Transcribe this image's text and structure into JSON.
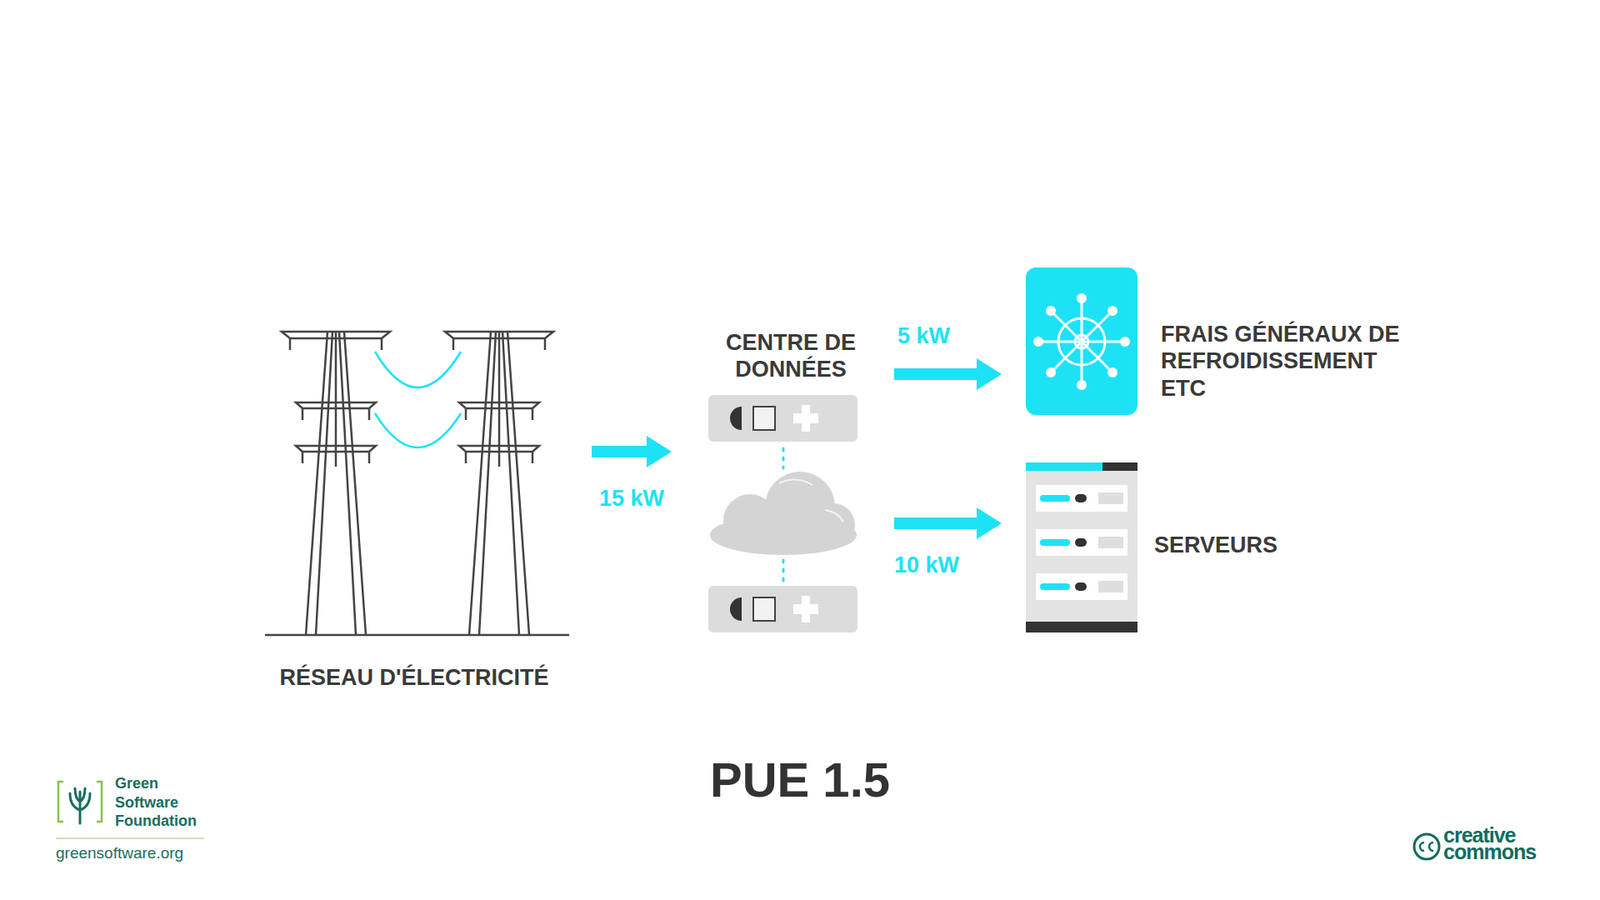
{
  "diagram": {
    "caption": "PUE 1.5",
    "nodes": [
      {
        "text": [
          "RÉSEAU D'ÉLECTRICITÉ"
        ]
      },
      {
        "text": [
          "CENTRE DE DONNÉES"
        ]
      },
      {
        "text": [
          "FRAIS GÉNÉRAUX DE REFROIDISSEMENT ETC"
        ]
      },
      {
        "text": [
          "SERVEURS"
        ]
      }
    ],
    "edges": [
      {
        "from": 0,
        "to": 1,
        "arrow": "to",
        "label": "15 kW"
      },
      {
        "from": 1,
        "to": 2,
        "arrow": "to",
        "label": "5 kW"
      },
      {
        "from": 1,
        "to": 3,
        "arrow": "to",
        "label": "10 kW"
      }
    ],
    "labels": [
      "Green Software Foundation",
      "greensoftware.org",
      "creative",
      "commons"
    ]
  }
}
